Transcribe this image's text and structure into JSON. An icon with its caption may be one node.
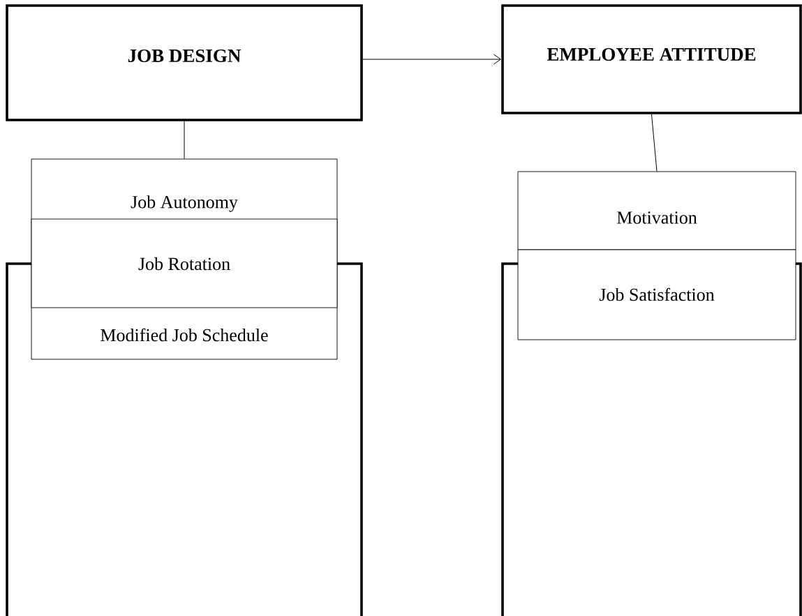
{
  "diagram": {
    "nodes": [
      {
        "text": [
          "JOB DESIGN"
        ]
      },
      {
        "text": [
          "EMPLOYEE ATTITUDE"
        ]
      },
      {
        "text": [
          "Job Autonomy"
        ]
      },
      {
        "text": [
          "Job Rotation"
        ]
      },
      {
        "text": [
          "Modified Job Schedule"
        ]
      },
      {
        "text": [
          "Motivation"
        ]
      },
      {
        "text": [
          "Job Satisfaction"
        ]
      },
      {
        "text": [],
        "shape": "box"
      },
      {
        "text": [],
        "shape": "box"
      }
    ],
    "edges": [
      {
        "from": 0,
        "to": 1,
        "arrow": "to"
      },
      {
        "from": 0,
        "to": 2,
        "arrow": "none"
      },
      {
        "from": 1,
        "to": 5,
        "arrow": "none"
      }
    ]
  }
}
